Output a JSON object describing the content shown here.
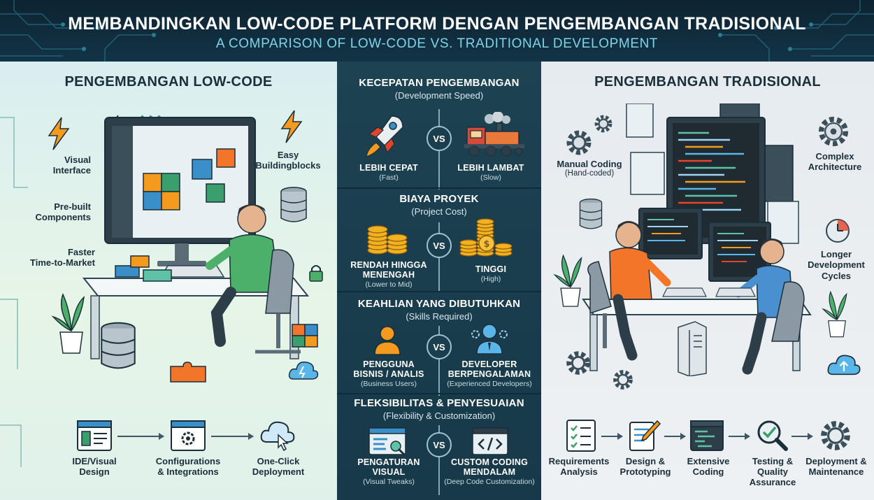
{
  "header": {
    "title": "MEMBANDINGKAN LOW-CODE PLATFORM DENGAN PENGEMBANGAN TRADISIONAL",
    "subtitle": "A COMPARISON OF LOW-CODE VS. TRADITIONAL DEVELOPMENT"
  },
  "left": {
    "title": "PENGEMBANGAN LOW-CODE",
    "labels": {
      "visual": "Visual\nInterface",
      "prebuilt": "Pre-built\nComponents",
      "faster": "Faster\nTime-to-Market",
      "easy": "Easy\nBuildingblocks"
    },
    "workflow": [
      {
        "label": "IDE/Visual\nDesign",
        "icon": "ide-window-icon"
      },
      {
        "label": "Configurations\n& Integrations",
        "icon": "gear-window-icon"
      },
      {
        "label": "One-Click\nDeployment",
        "icon": "cloud-click-icon"
      }
    ]
  },
  "middle": {
    "vs": "VS",
    "sections": [
      {
        "head": "KECEPATAN PENGEMBANGAN",
        "sub": "(Development Speed)",
        "left_main": "LEBIH CEPAT",
        "left_sub": "(Fast)",
        "right_main": "LEBIH LAMBAT",
        "right_sub": "(Slow)"
      },
      {
        "head": "BIAYA PROYEK",
        "sub": "(Project Cost)",
        "left_main": "RENDAH HINGGA\nMENENGAH",
        "left_sub": "(Lower to Mid)",
        "right_main": "TINGGI",
        "right_sub": "(High)"
      },
      {
        "head": "KEAHLIAN YANG DIBUTUHKAN",
        "sub": "(Skills Required)",
        "left_main": "PENGGUNA\nBISNIS / ANALIS",
        "left_sub": "(Business Users)",
        "right_main": "DEVELOPER\nBERPENGALAMAN",
        "right_sub": "(Experienced Developers)"
      },
      {
        "head": "FLEKSIBILITAS & PENYESUAIAN",
        "sub": "(Flexibility & Customization)",
        "left_main": "PENGATURAN\nVISUAL",
        "left_sub": "(Visual Tweaks)",
        "right_main": "CUSTOM CODING\nMENDALAM",
        "right_sub": "(Deep Code Customization)"
      }
    ]
  },
  "right": {
    "title": "PENGEMBANGAN TRADISIONAL",
    "labels": {
      "manual": "Manual Coding",
      "manual_sub": "(Hand-coded)",
      "complex": "Complex\nArchitecture",
      "longer": "Longer\nDevelopment\nCycles"
    },
    "workflow": [
      {
        "label": "Requirements\nAnalysis",
        "icon": "checklist-icon"
      },
      {
        "label": "Design &\nPrototyping",
        "icon": "design-pencil-icon"
      },
      {
        "label": "Extensive\nCoding",
        "icon": "code-window-icon"
      },
      {
        "label": "Testing &\nQuality\nAssurance",
        "icon": "magnifier-check-icon"
      },
      {
        "label": "Deployment &\nMaintenance",
        "icon": "gear-icon"
      }
    ]
  },
  "colors": {
    "header_bg": "#0d2331",
    "subtitle": "#7fd4e8",
    "left_bg": "#e3f3ea",
    "middle_bg": "#1d4252",
    "right_bg": "#e9edf0",
    "accent_orange": "#f39a1f",
    "accent_blue": "#3b8fc9"
  }
}
